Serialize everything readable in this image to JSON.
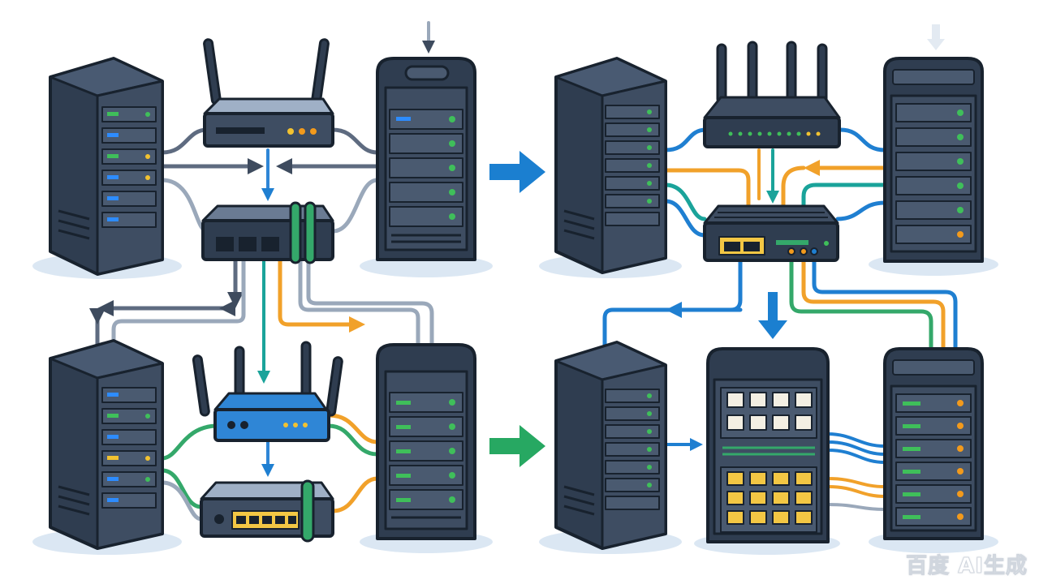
{
  "palette": {
    "outline": "#18222e",
    "rack_dark": "#2f3d50",
    "rack_mid": "#3e4d62",
    "slot": "#4a5a70",
    "shadow": "#dbe7f3",
    "cable_gray": "#5e6b80",
    "cable_light": "#9aa8ba",
    "cable_blue": "#1f7fd1",
    "cable_orange": "#f1a12a",
    "cable_green": "#34a86a",
    "cable_teal": "#1aa39a",
    "led_green": "#3fbf5a",
    "led_blue": "#2d8cff",
    "led_yellow": "#f2c230",
    "led_orange": "#f29a1c",
    "arrow_blue": "#1b7fd0",
    "arrow_green": "#27a862",
    "router_blue": "#2f86d6",
    "port_yellow": "#f3c744"
  },
  "panels": [
    {
      "id": "top-left",
      "theme": "gray"
    },
    {
      "id": "top-right",
      "theme": "blue-orange"
    },
    {
      "id": "bottom-left",
      "theme": "green-orange"
    },
    {
      "id": "bottom-right",
      "theme": "patch-panel"
    }
  ],
  "flow_arrows": [
    {
      "id": "top",
      "color": "arrow_blue"
    },
    {
      "id": "bottom",
      "color": "arrow_green"
    }
  ],
  "watermark": {
    "text": "百度 AI生成"
  }
}
